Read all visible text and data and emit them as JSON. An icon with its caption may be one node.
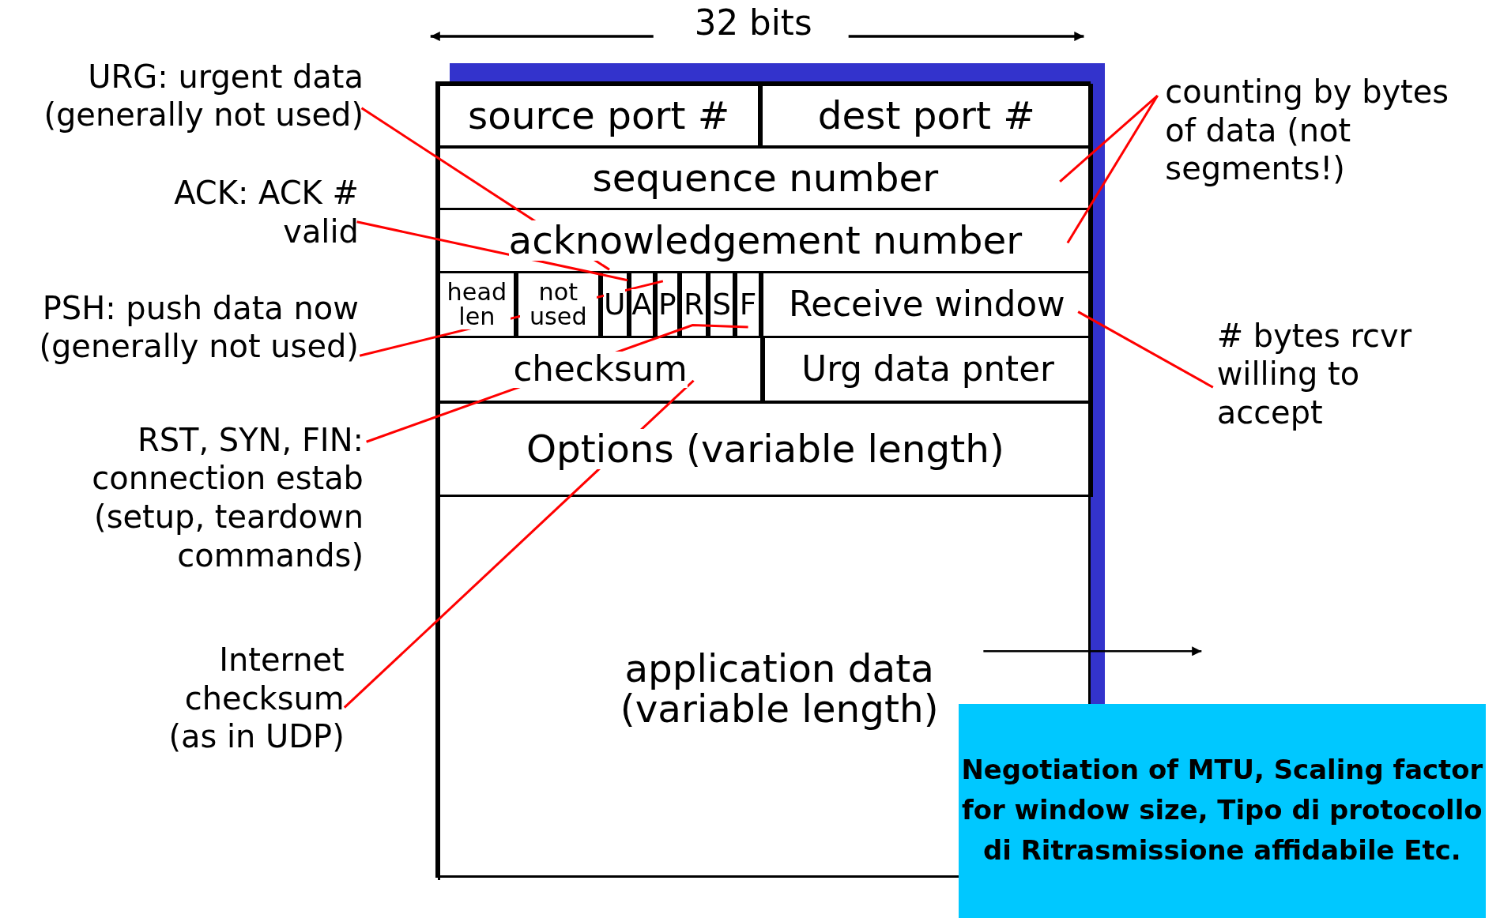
{
  "diagram": {
    "nodes": [
      {
        "text": [],
        "shape": "box"
      },
      {
        "text": [
          "source port #"
        ],
        "in": 0
      },
      {
        "text": [
          "dest port #"
        ],
        "in": 0
      },
      {
        "text": [
          "sequence number"
        ],
        "in": 0
      },
      {
        "text": [
          "acknowledgement number"
        ],
        "in": 0
      },
      {
        "text": [
          "head len"
        ],
        "in": 0
      },
      {
        "text": [
          "not used"
        ],
        "in": 0
      },
      {
        "text": [
          "U"
        ],
        "in": 0
      },
      {
        "text": [
          "A"
        ],
        "in": 0
      },
      {
        "text": [
          "P"
        ],
        "in": 0
      },
      {
        "text": [
          "R"
        ],
        "in": 0
      },
      {
        "text": [
          "S"
        ],
        "in": 0
      },
      {
        "text": [
          "F"
        ],
        "in": 0
      },
      {
        "text": [
          "Receive window"
        ],
        "in": 0
      },
      {
        "text": [
          "checksum"
        ],
        "in": 0
      },
      {
        "text": [
          "Urg data pnter"
        ],
        "in": 0
      },
      {
        "text": [
          "Options (variable length)"
        ],
        "in": 0
      },
      {
        "text": [
          "application data (variable length)"
        ],
        "in": 0
      },
      {
        "text": [
          "URG: urgent data (generally not used)"
        ]
      },
      {
        "text": [
          "ACK: ACK # valid"
        ]
      },
      {
        "text": [
          "PSH: push data now (generally not used)"
        ]
      },
      {
        "text": [
          "RST, SYN, FIN: connection estab (setup, teardown commands)"
        ]
      },
      {
        "text": [
          "Internet checksum (as in UDP)"
        ]
      },
      {
        "text": [
          "counting by bytes of data (not segments!)"
        ]
      },
      {
        "text": [
          "# bytes rcvr willing to accept"
        ]
      },
      {
        "text": [
          "Negotiation of MTU, Scaling factor for window size, Tipo di protocollo di Ritrasmissione affidabile Etc."
        ]
      }
    ],
    "edges": [
      {
        "from": 18,
        "to": 7,
        "arrow": "none"
      },
      {
        "from": 19,
        "to": 8,
        "arrow": "none"
      },
      {
        "from": 20,
        "to": 9,
        "arrow": "none"
      },
      {
        "from": 21,
        "to": 10,
        "arrow": "none"
      },
      {
        "from": 21,
        "to": 11,
        "arrow": "none"
      },
      {
        "from": 21,
        "to": 12,
        "arrow": "none"
      },
      {
        "from": 22,
        "to": 14,
        "arrow": "none"
      },
      {
        "from": 23,
        "to": 3,
        "arrow": "none"
      },
      {
        "from": 23,
        "to": 4,
        "arrow": "none"
      },
      {
        "from": 24,
        "to": 13,
        "arrow": "none"
      },
      {
        "from": 17,
        "to": null,
        "arrow": "to",
        "color": "#000000"
      }
    ],
    "labels": [
      "32 bits"
    ]
  }
}
